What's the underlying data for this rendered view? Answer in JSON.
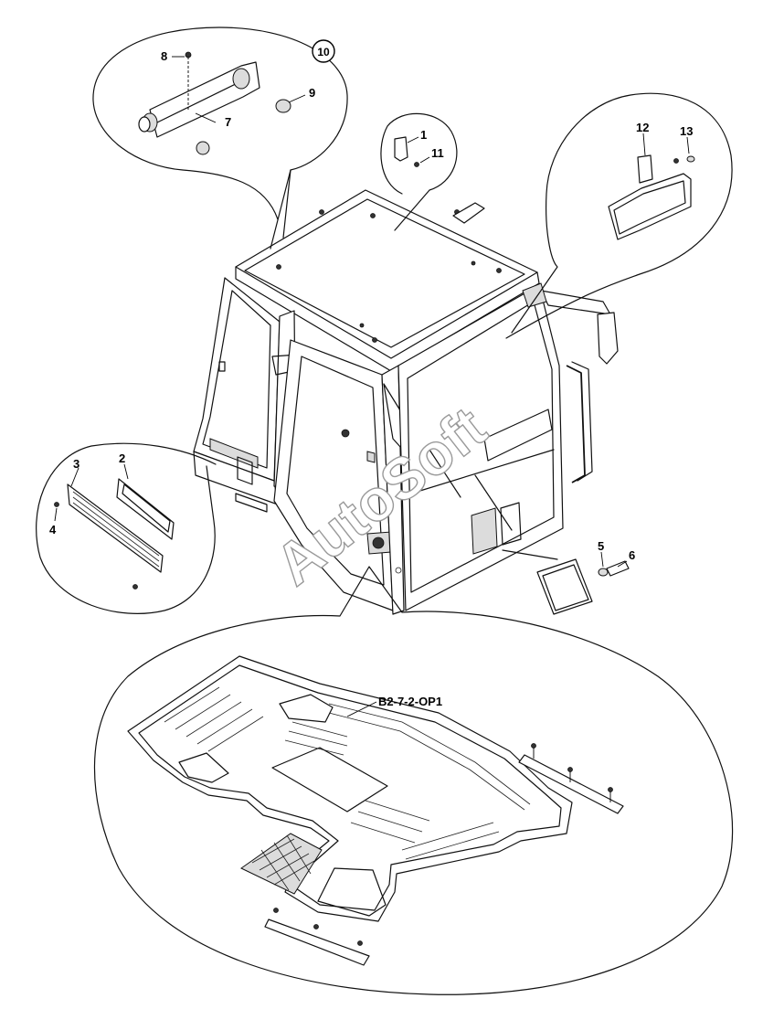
{
  "diagram": {
    "callouts": [
      {
        "id": "c1",
        "label": "1"
      },
      {
        "id": "c2",
        "label": "2"
      },
      {
        "id": "c3",
        "label": "3"
      },
      {
        "id": "c4",
        "label": "4"
      },
      {
        "id": "c5",
        "label": "5"
      },
      {
        "id": "c6",
        "label": "6"
      },
      {
        "id": "c7",
        "label": "7"
      },
      {
        "id": "c8",
        "label": "8"
      },
      {
        "id": "c9",
        "label": "9"
      },
      {
        "id": "c11",
        "label": "11"
      },
      {
        "id": "c12",
        "label": "12"
      },
      {
        "id": "c13",
        "label": "13"
      }
    ],
    "circled_callout": "10",
    "floor_mat_ref": "B2-7-2-OP1",
    "watermark": "AutoSoft"
  }
}
